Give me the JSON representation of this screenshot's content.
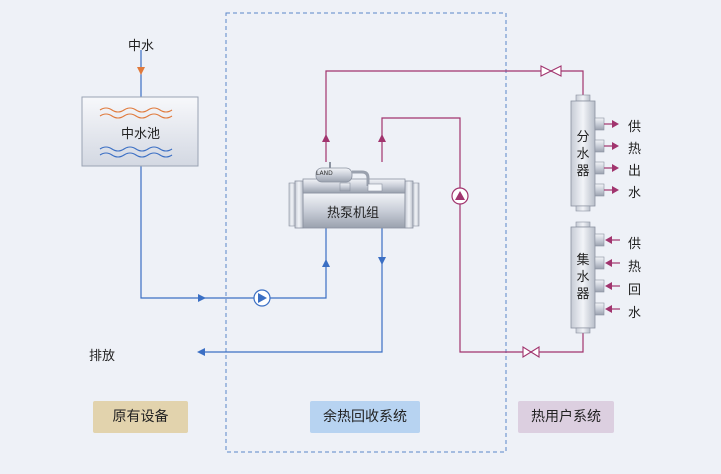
{
  "colors": {
    "background": "#eef1f7",
    "blue_line": "#3b6fc4",
    "purple_line": "#a1346e",
    "orange_wave": "#e07a3c",
    "blue_wave": "#3b6fc4",
    "dashed_border": "#5b86c8",
    "badge_original": "#e2d3ad",
    "badge_recovery": "#b7d3f1",
    "badge_user": "#dccfe0"
  },
  "labels": {
    "reclaimed_water": "中水",
    "reclaimed_water_pool": "中水池",
    "heat_pump_unit": "热泵机组",
    "unit_nameplate": "LAND",
    "discharge": "排放",
    "distributor": [
      "分",
      "水",
      "器"
    ],
    "collector": [
      "集",
      "水",
      "器"
    ],
    "supply_text": [
      "供",
      "热",
      "出",
      "水"
    ],
    "return_text": [
      "供",
      "热",
      "回",
      "水"
    ]
  },
  "badges": {
    "original": "原有设备",
    "recovery": "余热回收系统",
    "user": "热用户系统"
  },
  "icons": [
    "pump-icon",
    "valve-icon",
    "arrow-icon"
  ]
}
